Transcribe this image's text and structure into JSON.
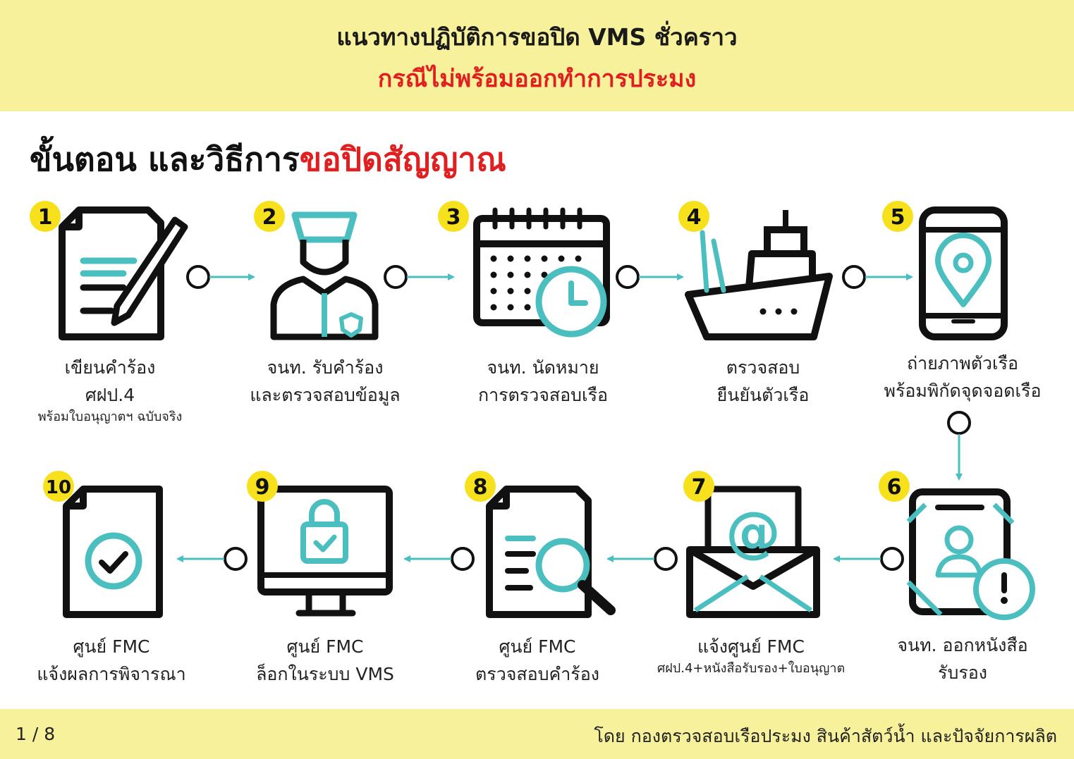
{
  "header": {
    "title_line1": "แนวทางปฏิบัติการขอปิด VMS ชั่วคราว",
    "title_line2": "กรณีไม่พร้อมออกทำการประมง"
  },
  "heading": {
    "black_part": "ขั้นตอน และวิธีการ",
    "red_part": "ขอปิดสัญญาณ"
  },
  "colors": {
    "accent": "#4bbfbf",
    "badge": "#f7e11d",
    "red": "#e02020",
    "band": "#f8f19b"
  },
  "steps": [
    {
      "number": "1",
      "icon": "document-pen-icon",
      "line1": "เขียนคำร้อง",
      "line2": "ศฝป.4",
      "line3": "พร้อมใบอนุญาตฯ ฉบับจริง"
    },
    {
      "number": "2",
      "icon": "officer-icon",
      "line1": "จนท. รับคำร้อง",
      "line2": "และตรวจสอบข้อมูล"
    },
    {
      "number": "3",
      "icon": "calendar-clock-icon",
      "line1": "จนท. นัดหมาย",
      "line2": "การตรวจสอบเรือ"
    },
    {
      "number": "4",
      "icon": "ship-icon",
      "line1": "ตรวจสอบ",
      "line2": "ยืนยันตัวเรือ"
    },
    {
      "number": "5",
      "icon": "phone-location-icon",
      "line1": "ถ่ายภาพตัวเรือ",
      "line2": "พร้อมพิกัดจุดจอดเรือ"
    },
    {
      "number": "6",
      "icon": "id-card-alert-icon",
      "line1": "จนท. ออกหนังสือ",
      "line2": "รับรอง"
    },
    {
      "number": "7",
      "icon": "email-envelope-icon",
      "line1": "แจ้งศูนย์ FMC",
      "line3": "ศฝป.4+หนังสือรับรอง+ใบอนุญาต"
    },
    {
      "number": "8",
      "icon": "document-search-icon",
      "line1": "ศูนย์ FMC",
      "line2": "ตรวจสอบคำร้อง"
    },
    {
      "number": "9",
      "icon": "monitor-lock-icon",
      "line1": "ศูนย์ FMC",
      "line2": "ล็อกในระบบ VMS"
    },
    {
      "number": "10",
      "icon": "document-check-icon",
      "line1": "ศูนย์ FMC",
      "line2": "แจ้งผลการพิจารณา"
    }
  ],
  "footer": {
    "page": "1 / 8",
    "credit": "โดย กองตรวจสอบเรือประมง สินค้าสัตว์น้ำ และปัจจัยการผลิต"
  }
}
